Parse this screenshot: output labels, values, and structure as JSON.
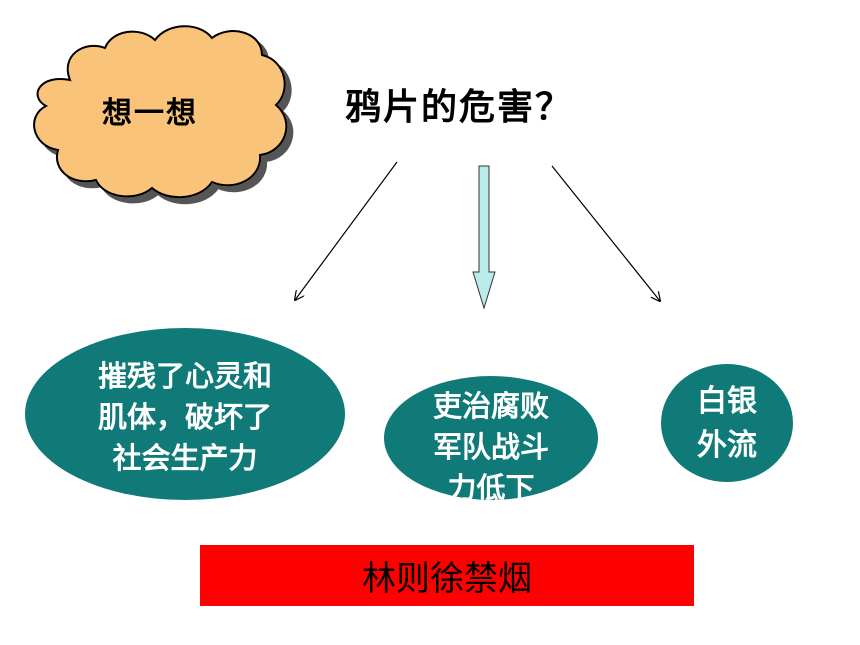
{
  "cloud": {
    "label": "想一想",
    "fill": "#f9c47a",
    "stroke": "#000000",
    "shadow": "#555555"
  },
  "question": {
    "text": "鸦片的危害？"
  },
  "effects": [
    {
      "text": "摧残了心灵和\n肌体，破坏了\n社会生产力"
    },
    {
      "text": "吏治腐败\n军队战斗\n力低下"
    },
    {
      "text": "白银\n外流"
    }
  ],
  "bubble_color": "#0f7a78",
  "center_arrow_color": "#b9ebeb",
  "banner": {
    "text": "林则徐禁烟",
    "color": "#ff0000"
  }
}
